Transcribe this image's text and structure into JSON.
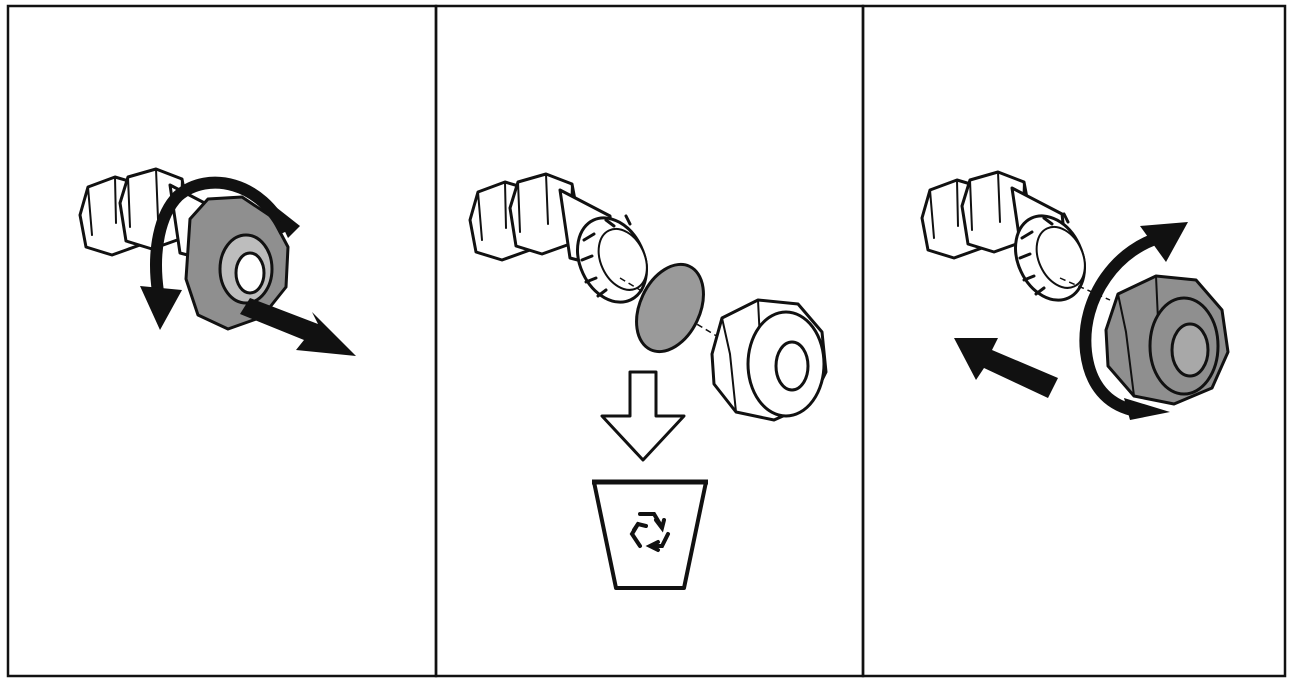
{
  "figure": {
    "panel_count": 3,
    "colors": {
      "line": "#111111",
      "background": "#ffffff",
      "part_fill": "#ffffff",
      "dark_cap": "#8f8f8f",
      "seal_disc": "#9a9a9a",
      "arrow": "#111111"
    },
    "panels": [
      {
        "step": 1,
        "icons": [
          "cable-gland-icon",
          "rotate-counterclockwise-arrow-icon",
          "pull-out-arrow-icon"
        ]
      },
      {
        "step": 2,
        "icons": [
          "cable-gland-body-icon",
          "sealing-disc-icon",
          "gland-cap-icon",
          "down-arrow-icon",
          "recycle-bin-icon"
        ]
      },
      {
        "step": 3,
        "icons": [
          "cable-gland-body-icon",
          "gland-cap-icon",
          "push-in-arrow-icon",
          "rotate-clockwise-arrow-icon"
        ]
      }
    ]
  }
}
